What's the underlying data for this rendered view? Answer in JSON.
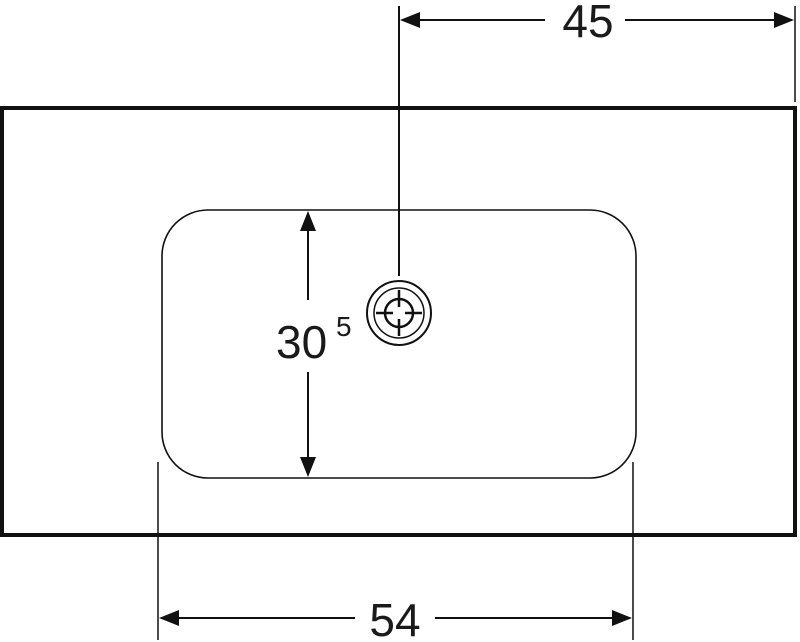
{
  "diagram": {
    "dimensions": {
      "top_width": {
        "value": "45"
      },
      "basin_depth": {
        "value": "30",
        "superscript": "5"
      },
      "bottom_width": {
        "value": "54"
      }
    }
  }
}
